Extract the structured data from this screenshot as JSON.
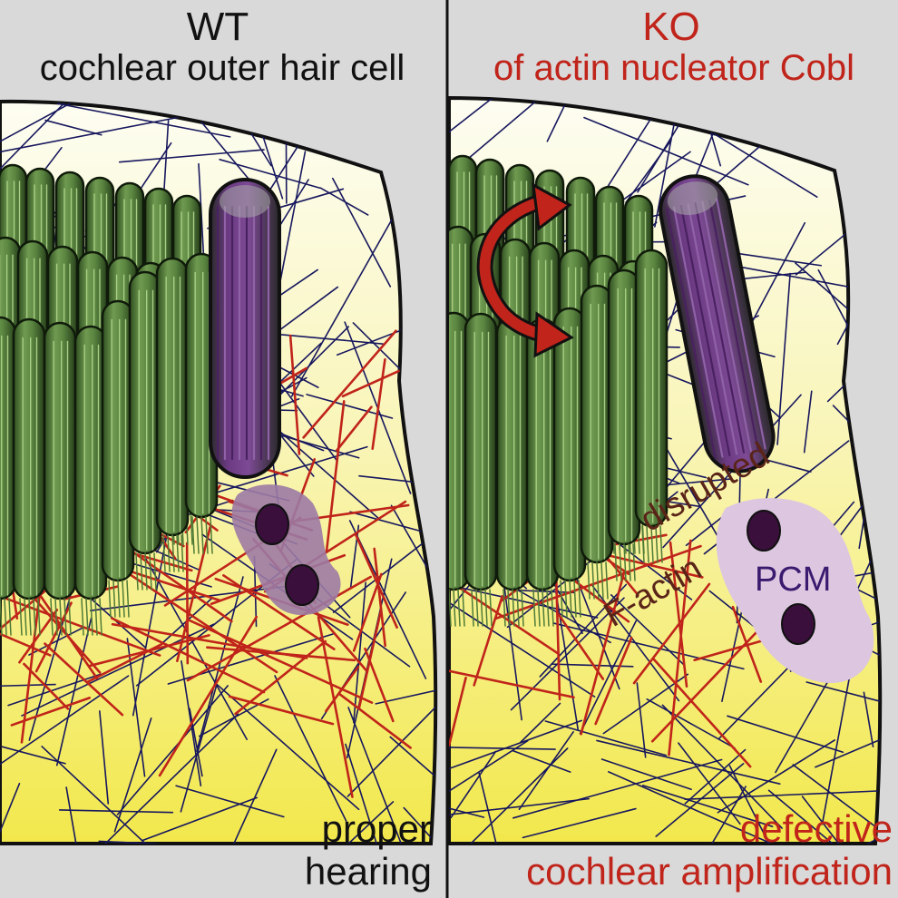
{
  "left_panel": {
    "title": "WT",
    "subtitle": "cochlear outer hair cell",
    "outcome_line1": "proper",
    "outcome_line2": "hearing"
  },
  "right_panel": {
    "title": "KO",
    "subtitle": "of actin nucleator Cobl",
    "label_disrupted": "disrupted",
    "label_factin": "F-actin",
    "label_pcm": "PCM",
    "outcome_line1": "defective",
    "outcome_line2": "cochlear amplification"
  },
  "colors": {
    "background": "#d9d9d9",
    "cell_top": "#fbfbe8",
    "cell_bottom": "#f3ea55",
    "stereocilia": "#4f7a35",
    "kinocilium": "#5e2d73",
    "actin_network": "#c0241a",
    "cytoskeleton": "#17175e",
    "pcm": "#c7a2cc",
    "nucleus": "#3a0f3c",
    "wt_text": "#111111",
    "ko_text": "#c0241a"
  }
}
